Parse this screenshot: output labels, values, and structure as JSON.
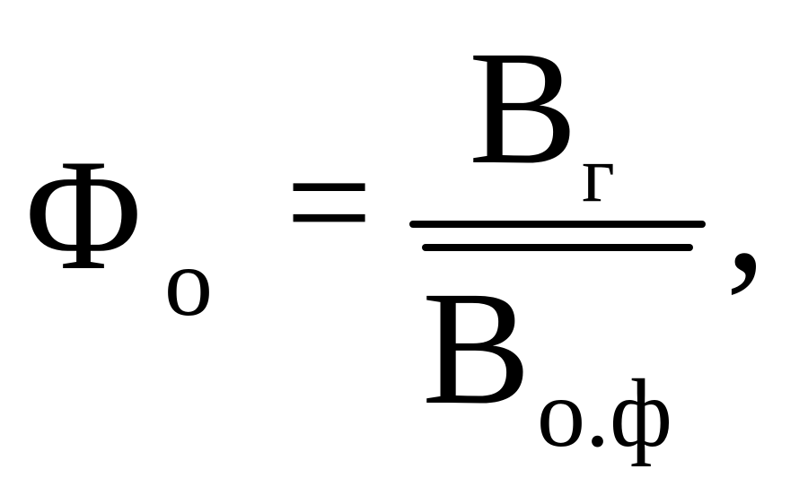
{
  "formula": {
    "lhs": {
      "symbol": "Φ",
      "subscript": "о"
    },
    "operator": "=",
    "numerator": {
      "symbol": "В",
      "subscript": "г"
    },
    "denominator": {
      "symbol": "В",
      "subscript": "о.ф"
    },
    "trailing_punctuation": ","
  }
}
